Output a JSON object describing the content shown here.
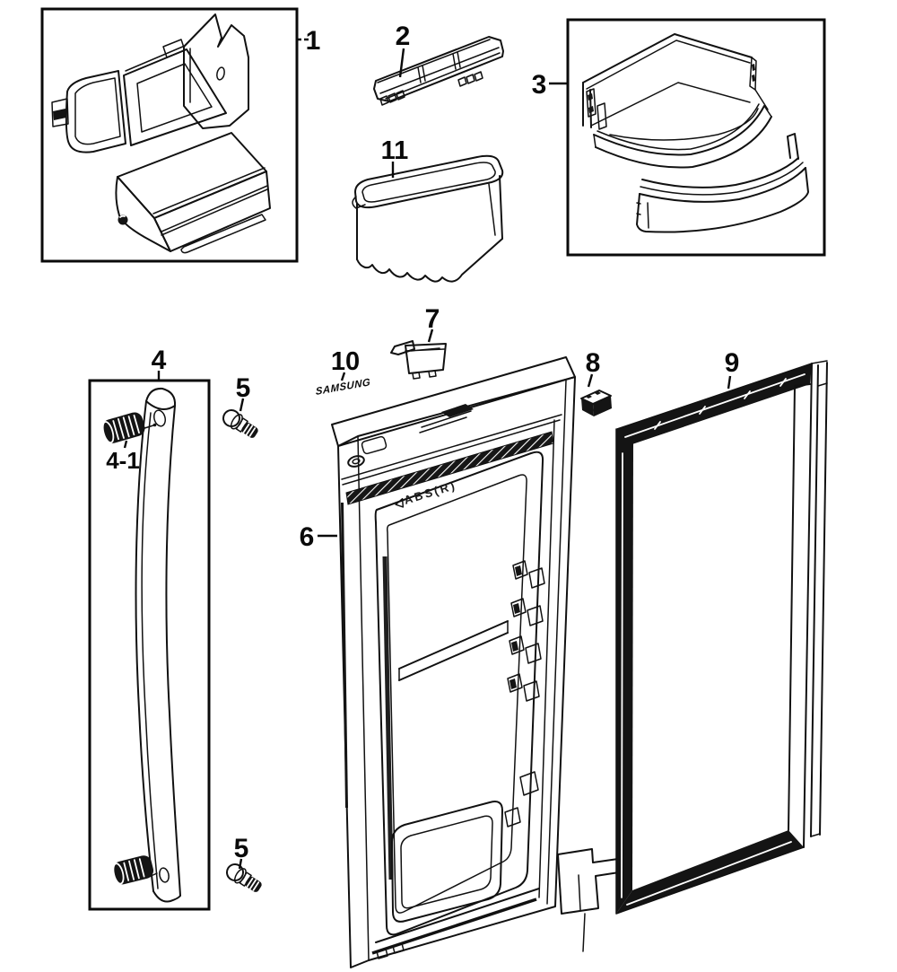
{
  "diagram": {
    "colors": {
      "line": "#111111",
      "background": "#ffffff"
    },
    "callouts": {
      "part1": "1",
      "part2": "2",
      "part3": "3",
      "part4": "4",
      "part4_sub": "4-1",
      "part5_upper": "5",
      "part5_lower": "5",
      "part6": "6",
      "part7": "7",
      "part8": "8",
      "part9": "9",
      "part10": "10",
      "part11": "11"
    },
    "inscriptions": {
      "brand": "SAMSUNG",
      "material": "ABS(R)"
    }
  }
}
